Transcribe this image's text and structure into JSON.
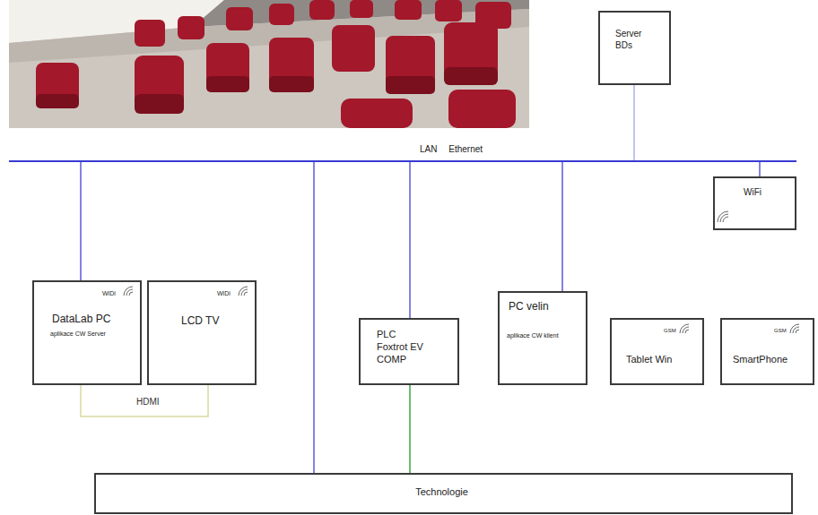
{
  "diagram": {
    "nodes": [
      {
        "text": [
          "Server BDs"
        ]
      },
      {
        "text": [
          "LAN Ethernet"
        ]
      },
      {
        "text": [
          "WiFi"
        ]
      },
      {
        "text": [
          "WiDi",
          "DataLab PC",
          "aplikace CW Server"
        ]
      },
      {
        "text": [
          "WiDi",
          "LCD TV"
        ]
      },
      {
        "text": [
          "PLC Foxtrot EV COMP"
        ]
      },
      {
        "text": [
          "PC velin",
          "aplikace CW klient"
        ]
      },
      {
        "text": [
          "GSM",
          "Tablet Win"
        ]
      },
      {
        "text": [
          "GSM",
          "SmartPhone"
        ]
      },
      {
        "text": [
          "Technologie"
        ]
      }
    ],
    "edges": [
      {
        "from": 1,
        "to": 0,
        "arrow": "none"
      },
      {
        "from": 1,
        "to": 2,
        "arrow": "none"
      },
      {
        "from": 1,
        "to": 3,
        "arrow": "none"
      },
      {
        "from": 1,
        "to": 9,
        "arrow": "none"
      },
      {
        "from": 1,
        "to": 5,
        "arrow": "none"
      },
      {
        "from": 1,
        "to": 6,
        "arrow": "none"
      },
      {
        "from": 3,
        "to": 4,
        "label": "HDMI",
        "arrow": "none"
      },
      {
        "from": 5,
        "to": 9,
        "arrow": "none"
      }
    ]
  }
}
